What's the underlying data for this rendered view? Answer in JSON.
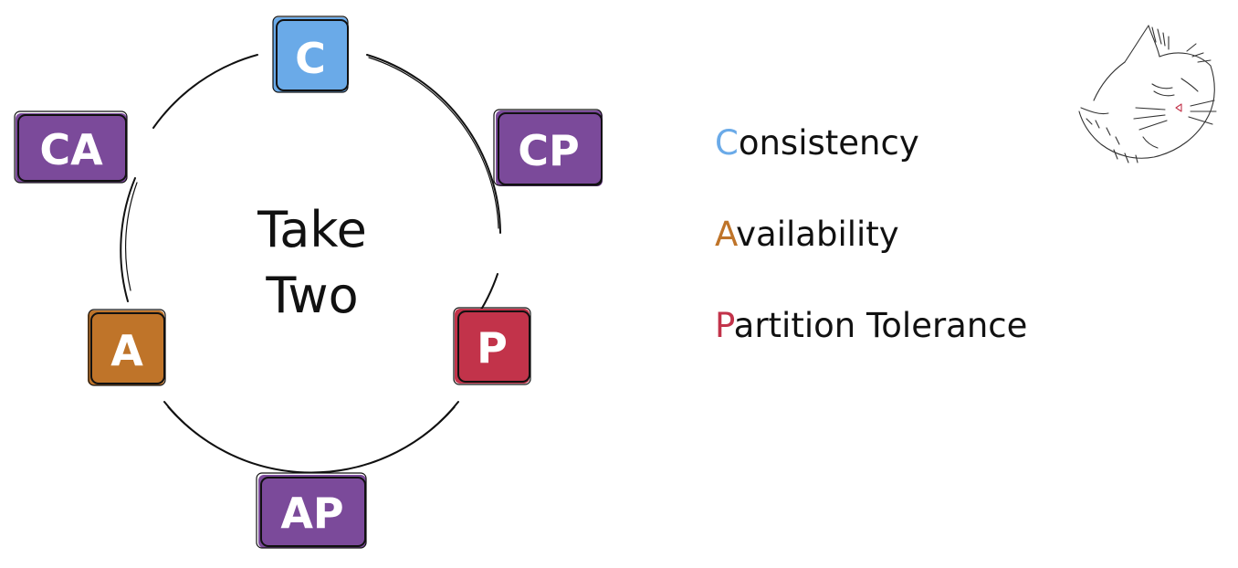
{
  "center": {
    "line1": "Take",
    "line2": "Two"
  },
  "nodes": {
    "c": {
      "label": "C",
      "color": "#6aaae8"
    },
    "cp": {
      "label": "CP",
      "color": "#7b4a9a"
    },
    "p": {
      "label": "P",
      "color": "#c2334a"
    },
    "ap": {
      "label": "AP",
      "color": "#7b4a9a"
    },
    "a": {
      "label": "A",
      "color": "#bf7429"
    },
    "ca": {
      "label": "CA",
      "color": "#7b4a9a"
    }
  },
  "legend": [
    {
      "letter": "C",
      "rest": "onsistency",
      "color": "#6aaae8"
    },
    {
      "letter": "A",
      "rest": "vailability",
      "color": "#bf7429"
    },
    {
      "letter": "P",
      "rest": "artition Tolerance",
      "color": "#c2334a"
    }
  ],
  "icons": {
    "mascot": "sleeping-cat-icon"
  }
}
